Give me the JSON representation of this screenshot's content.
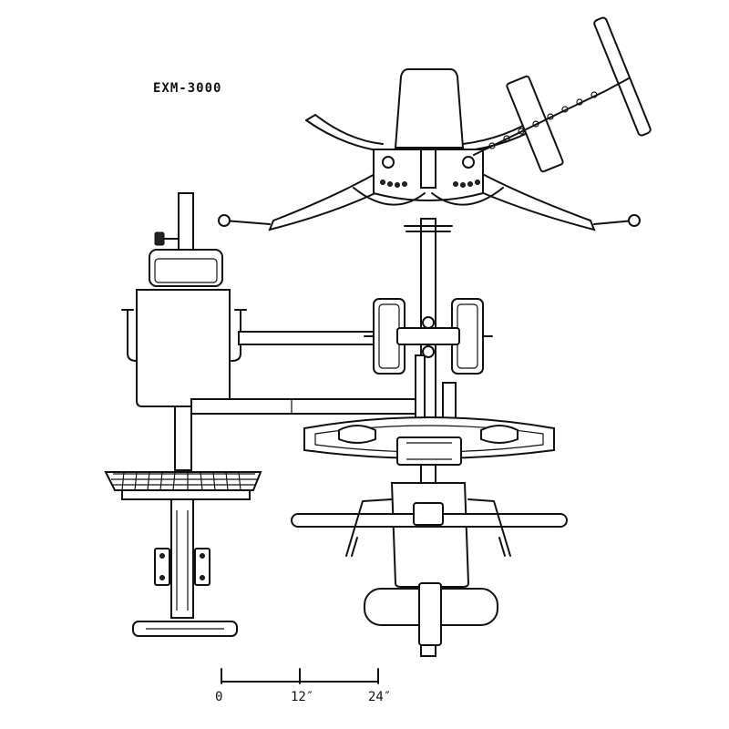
{
  "title": "EXM-3000",
  "scale": {
    "ticks": [
      "0",
      "12″",
      "24″"
    ]
  }
}
